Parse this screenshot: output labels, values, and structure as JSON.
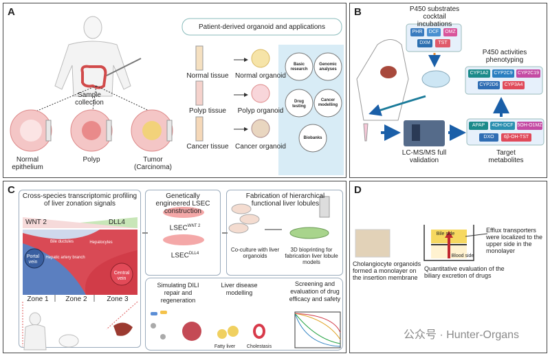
{
  "panel_a": {
    "label": "A",
    "title": "Patient-derived organoid and applications",
    "sample_collection": "Sample collection",
    "bottom_labels": [
      "Normal epithelium",
      "Polyp",
      "Tumor (Carcinoma)"
    ],
    "tissues": [
      "Normal tissue",
      "Polyp tissue",
      "Cancer tissue"
    ],
    "organoids": [
      "Normal organoid",
      "Polyp organoid",
      "Cancer organoid"
    ],
    "applications": [
      "Basic research",
      "Genomic analyses",
      "Drug testing",
      "Cancer modelling",
      "Biobanks"
    ]
  },
  "panel_b": {
    "label": "B",
    "substrates_title": "P450 substrates cocktail incubations",
    "substrates": [
      {
        "name": "PHR",
        "color": "#3a7bbf"
      },
      {
        "name": "DCF",
        "color": "#4a8fd0"
      },
      {
        "name": "OMZ",
        "color": "#d9559b"
      },
      {
        "name": "DXM",
        "color": "#2c6fb0"
      },
      {
        "name": "TST",
        "color": "#e05a6a"
      }
    ],
    "activities_title": "P450 activities phenotyping",
    "enzymes": [
      {
        "name": "CYP1A2",
        "color": "#1b8a8a"
      },
      {
        "name": "CYP2C9",
        "color": "#2a7fc0"
      },
      {
        "name": "CYP2C19",
        "color": "#c44aa3"
      },
      {
        "name": "CYP2D6",
        "color": "#2f6db3"
      },
      {
        "name": "CYP3A4",
        "color": "#e04a5a"
      }
    ],
    "lcms": "LC-MS/MS full validation",
    "metabolites": [
      {
        "name": "APAP",
        "color": "#1b8a8a"
      },
      {
        "name": "4OH-DCF",
        "color": "#2a8fb0"
      },
      {
        "name": "5OH-O1MZ",
        "color": "#c44aa3"
      },
      {
        "name": "DXO",
        "color": "#2f6db3"
      },
      {
        "name": "6β-OH-TST",
        "color": "#e04a5a"
      }
    ],
    "target": "Target metabolites"
  },
  "panel_c": {
    "label": "C",
    "box1_title": "Cross-species transcriptomic profiling of liver zonation signals",
    "wnt": "WNT 2",
    "dll": "DLL4",
    "portal": "Portal vein",
    "central": "Central vein",
    "zones": [
      "Zone 1",
      "Zone 2",
      "Zone 3"
    ],
    "inner": [
      "Bile ductules",
      "Hepatocytes",
      "Hepatic artery branch"
    ],
    "box2_title": "Genetically engineered LSEC construction",
    "lsec1_base": "LSEC",
    "lsec1_sup": "WNT 2",
    "lsec2_base": "LSEC",
    "lsec2_sup": "DLL4",
    "box3_title": "Fabrication of hierarchical functional liver lobules",
    "coculture": "Co-culture with liver organoids",
    "bioprint": "3D bioprinting for fabrication liver lobule models",
    "sim": "Simulating DILI repair and regeneration",
    "disease": "Liver disease modelling",
    "fatty": "Fatty liver",
    "chol": "Cholestasis",
    "screen": "Screening and evaluation of drug efficacy and safety"
  },
  "panel_d": {
    "label": "D",
    "bile": "Bile side",
    "blood": "Blood side",
    "efflux": "Efflux transporters were localized to the upper side in the monolayer",
    "chol": "Cholangiocyte organoids formed a monolayer on the insertion membrane",
    "quant": "Quantitative evaluation of the biliary excretion of drugs",
    "watermark": "公众号 · Hunter-Organs"
  }
}
